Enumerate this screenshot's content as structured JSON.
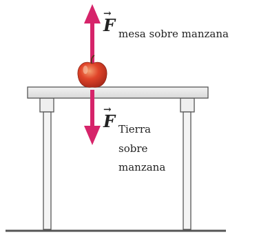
{
  "diagram": {
    "force_up": {
      "symbol": "F",
      "subscript": "mesa sobre manzana"
    },
    "force_down": {
      "symbol": "F",
      "subscript_line1": "Tierra",
      "subscript_line2": "sobre",
      "subscript_line3": "manzana"
    },
    "colors": {
      "arrow": "#d6246a",
      "apple": "#e0452a",
      "table_top": "#e6e6e6",
      "table_stroke": "#555555",
      "floor": "#555555"
    }
  }
}
